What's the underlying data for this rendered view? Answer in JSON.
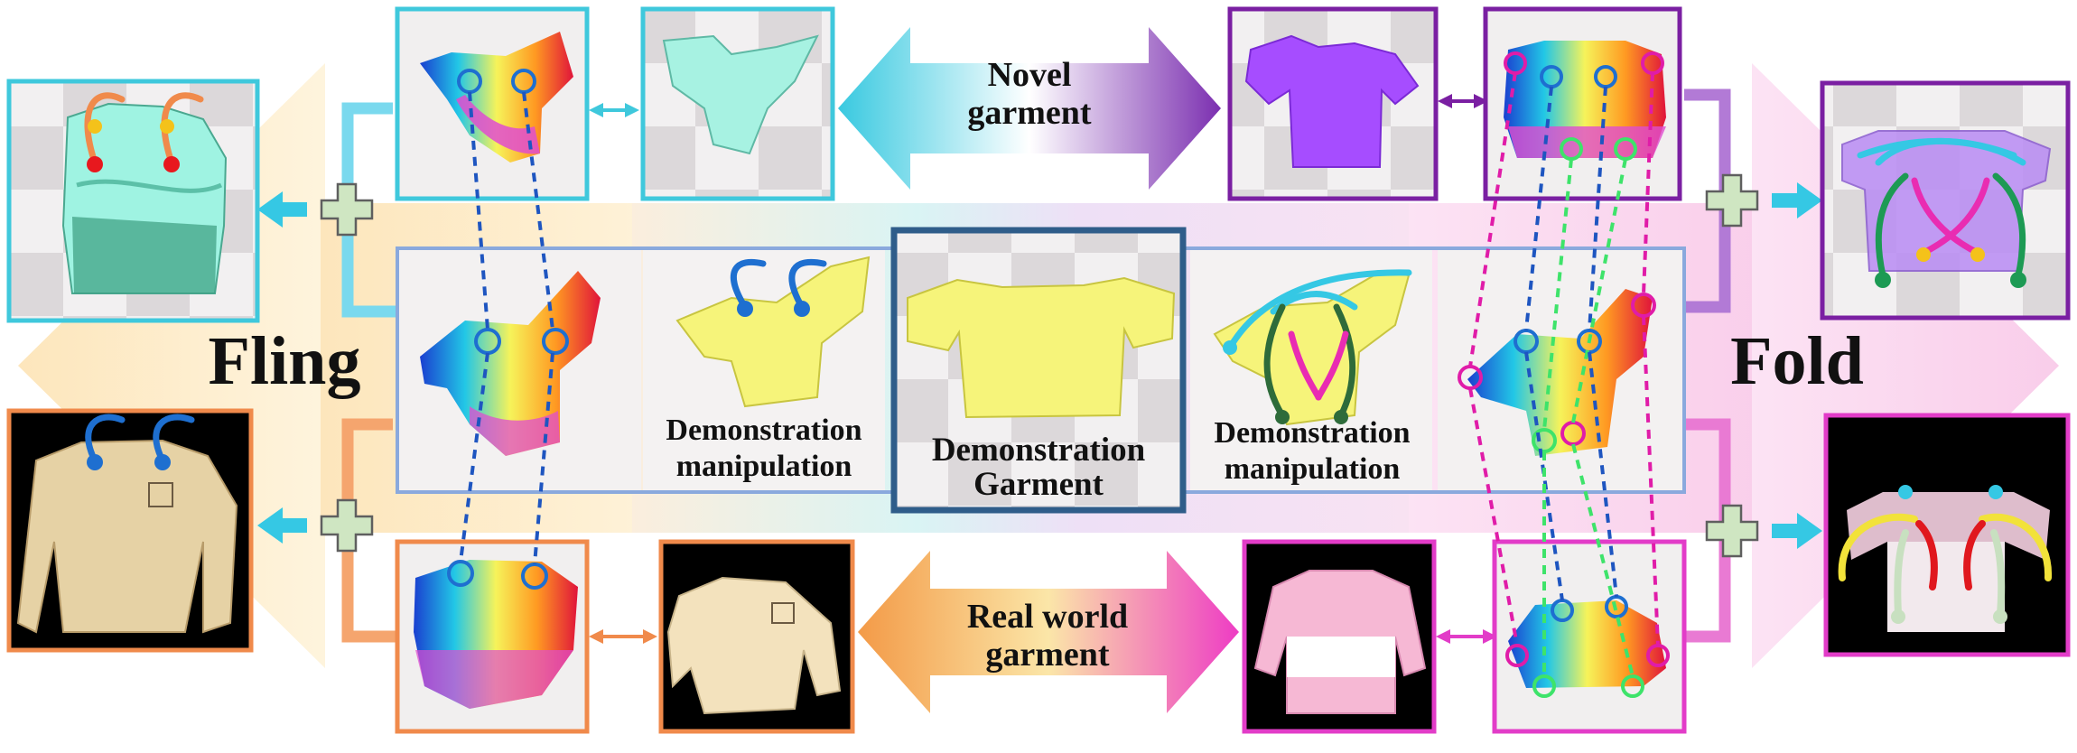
{
  "sections": {
    "left_label": "Fling",
    "right_label": "Fold"
  },
  "arrows": {
    "novel_line1": "Novel",
    "novel_line2": "garment",
    "real_line1": "Real world",
    "real_line2": "garment"
  },
  "center": {
    "left_line1": "Demonstration",
    "left_line2": "manipulation",
    "garment_line1": "Demonstration",
    "garment_line2": "Garment",
    "right_line1": "Demonstration",
    "right_line2": "manipulation"
  },
  "colors": {
    "cyan_frame": "#3fc8dc",
    "purple_frame": "#7a1fa2",
    "orange_frame": "#f08a4b",
    "magenta_frame": "#e23cc8",
    "blue_frame": "#8aa9dd",
    "dark_blue_frame": "#2f5d8a",
    "fling_band": "#fde8c4",
    "fold_band": "#fbd6ee",
    "plus_fill": "#cfe6c2",
    "keypoint_blue": "#1e6fd0",
    "keypoint_magenta": "#e01ca8",
    "keypoint_green": "#3ee36a",
    "garment_yellow": "#f6f47a",
    "garment_cyan": "#9ff3e2",
    "garment_purple": "#a64dff",
    "garment_cream": "#f3e2bd",
    "garment_pink": "#f6b8d4"
  },
  "icons": [
    "plus-icon",
    "double-arrow-icon",
    "keypoint-marker-icon",
    "fling-trajectory-icon",
    "fold-trajectory-icon"
  ]
}
